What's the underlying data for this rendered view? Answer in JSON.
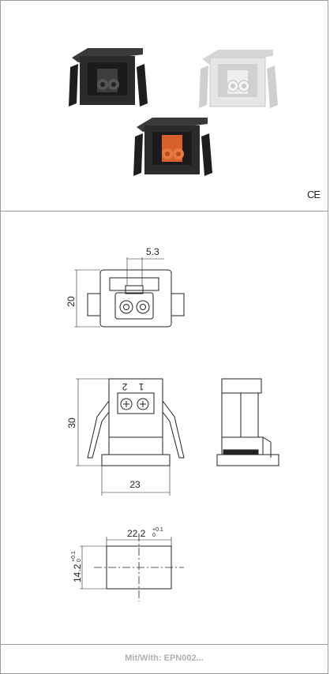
{
  "certification": {
    "ce_mark": "CE"
  },
  "drawing": {
    "top_view_dims": {
      "pin_pitch": "5.3",
      "height": "20"
    },
    "front_view_dims": {
      "height": "30",
      "width": "23",
      "pin_1": "1",
      "pin_2": "2"
    },
    "cutout_dims": {
      "width": "22.2",
      "width_tol_plus": "+0.1",
      "width_tol_minus": "0",
      "height": "14.2",
      "height_tol_plus": "+0.1",
      "height_tol_minus": "0"
    }
  },
  "footer": {
    "text": "Mit/With: EPN002..."
  },
  "colors": {
    "black_variant": "#2b2b2b",
    "white_variant": "#e6e6e6",
    "orange_variant": "#d8612b"
  }
}
